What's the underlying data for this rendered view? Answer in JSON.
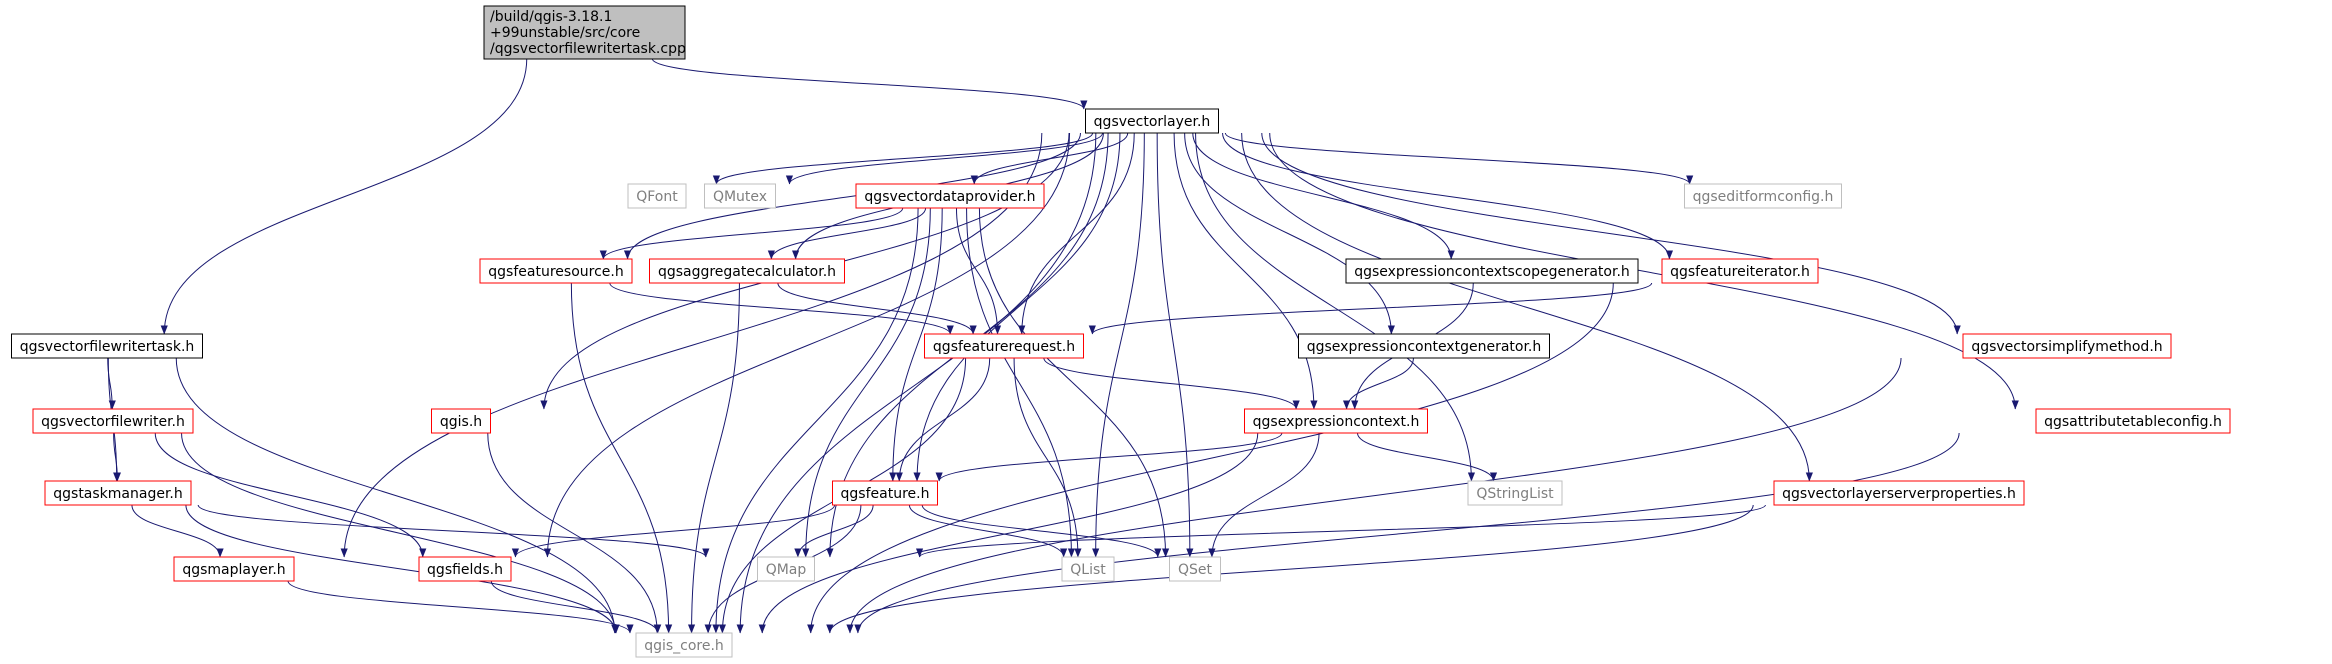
{
  "graph": {
    "root_lines": [
      "/build/qgis-3.18.1",
      "+99unstable/src/core",
      "/qgsvectorfilewritertask.cpp"
    ],
    "colors": {
      "edge": "#191970",
      "root_fill": "#bfbfbf",
      "documented_border": "#000000",
      "undocumented_border": "#ff0000",
      "external_border": "#bfbfbf",
      "external_text": "#7f7f7f",
      "text": "#000000"
    },
    "nodes": [
      {
        "id": "vectorfilewritertask_h",
        "label": "qgsvectorfilewritertask.h",
        "kind": "documented"
      },
      {
        "id": "vectorlayer_h",
        "label": "qgsvectorlayer.h",
        "kind": "documented"
      },
      {
        "id": "qfont",
        "label": "QFont",
        "kind": "external"
      },
      {
        "id": "qmutex",
        "label": "QMutex",
        "kind": "external"
      },
      {
        "id": "vectordataprovider_h",
        "label": "qgsvectordataprovider.h",
        "kind": "undocumented"
      },
      {
        "id": "editformconfig_h",
        "label": "qgseditformconfig.h",
        "kind": "external"
      },
      {
        "id": "featuresource_h",
        "label": "qgsfeaturesource.h",
        "kind": "undocumented"
      },
      {
        "id": "aggregatecalculator_h",
        "label": "qgsaggregatecalculator.h",
        "kind": "undocumented"
      },
      {
        "id": "exprctxscopegen_h",
        "label": "qgsexpressioncontextscopegenerator.h",
        "kind": "documented"
      },
      {
        "id": "featureiterator_h",
        "label": "qgsfeatureiterator.h",
        "kind": "undocumented"
      },
      {
        "id": "featurerequest_h",
        "label": "qgsfeaturerequest.h",
        "kind": "undocumented"
      },
      {
        "id": "exprctxgen_h",
        "label": "qgsexpressioncontextgenerator.h",
        "kind": "documented"
      },
      {
        "id": "vectorsimplifymethod_h",
        "label": "qgsvectorsimplifymethod.h",
        "kind": "undocumented"
      },
      {
        "id": "vectorfilewriter_h",
        "label": "qgsvectorfilewriter.h",
        "kind": "undocumented"
      },
      {
        "id": "qgis_h",
        "label": "qgis.h",
        "kind": "undocumented"
      },
      {
        "id": "expressioncontext_h",
        "label": "qgsexpressioncontext.h",
        "kind": "undocumented"
      },
      {
        "id": "attributetableconfig_h",
        "label": "qgsattributetableconfig.h",
        "kind": "undocumented"
      },
      {
        "id": "taskmanager_h",
        "label": "qgstaskmanager.h",
        "kind": "undocumented"
      },
      {
        "id": "feature_h",
        "label": "qgsfeature.h",
        "kind": "undocumented"
      },
      {
        "id": "qstringlist",
        "label": "QStringList",
        "kind": "external"
      },
      {
        "id": "vlserverprops_h",
        "label": "qgsvectorlayerserverproperties.h",
        "kind": "undocumented"
      },
      {
        "id": "maplayer_h",
        "label": "qgsmaplayer.h",
        "kind": "undocumented"
      },
      {
        "id": "fields_h",
        "label": "qgsfields.h",
        "kind": "undocumented"
      },
      {
        "id": "qmap",
        "label": "QMap",
        "kind": "external"
      },
      {
        "id": "qlist",
        "label": "QList",
        "kind": "external"
      },
      {
        "id": "qset",
        "label": "QSet",
        "kind": "external"
      },
      {
        "id": "qgis_core_h",
        "label": "qgis_core.h",
        "kind": "external"
      }
    ],
    "edges": [
      [
        "root",
        "vectorlayer_h"
      ],
      [
        "root",
        "vectorfilewritertask_h"
      ],
      [
        "vectorlayer_h",
        "qfont"
      ],
      [
        "vectorlayer_h",
        "qmutex"
      ],
      [
        "vectorlayer_h",
        "vectordataprovider_h"
      ],
      [
        "vectorlayer_h",
        "editformconfig_h"
      ],
      [
        "vectorlayer_h",
        "featuresource_h"
      ],
      [
        "vectorlayer_h",
        "aggregatecalculator_h"
      ],
      [
        "vectorlayer_h",
        "exprctxscopegen_h"
      ],
      [
        "vectorlayer_h",
        "featureiterator_h"
      ],
      [
        "vectorlayer_h",
        "featurerequest_h"
      ],
      [
        "vectorlayer_h",
        "exprctxgen_h"
      ],
      [
        "vectorlayer_h",
        "vectorsimplifymethod_h"
      ],
      [
        "vectorlayer_h",
        "qgis_h"
      ],
      [
        "vectorlayer_h",
        "expressioncontext_h"
      ],
      [
        "vectorlayer_h",
        "attributetableconfig_h"
      ],
      [
        "vectorlayer_h",
        "feature_h"
      ],
      [
        "vectorlayer_h",
        "qstringlist"
      ],
      [
        "vectorlayer_h",
        "vlserverprops_h"
      ],
      [
        "vectorlayer_h",
        "maplayer_h"
      ],
      [
        "vectorlayer_h",
        "fields_h"
      ],
      [
        "vectorlayer_h",
        "qmap"
      ],
      [
        "vectorlayer_h",
        "qlist"
      ],
      [
        "vectorlayer_h",
        "qset"
      ],
      [
        "vectorlayer_h",
        "qgis_core_h"
      ],
      [
        "vectordataprovider_h",
        "featuresource_h"
      ],
      [
        "vectordataprovider_h",
        "aggregatecalculator_h"
      ],
      [
        "vectordataprovider_h",
        "featurerequest_h"
      ],
      [
        "vectordataprovider_h",
        "feature_h"
      ],
      [
        "vectordataprovider_h",
        "qmap"
      ],
      [
        "vectordataprovider_h",
        "qlist"
      ],
      [
        "vectordataprovider_h",
        "qset"
      ],
      [
        "vectordataprovider_h",
        "qgis_core_h"
      ],
      [
        "featuresource_h",
        "featurerequest_h"
      ],
      [
        "featuresource_h",
        "qgis_core_h"
      ],
      [
        "aggregatecalculator_h",
        "featurerequest_h"
      ],
      [
        "aggregatecalculator_h",
        "qgis_core_h"
      ],
      [
        "exprctxscopegen_h",
        "expressioncontext_h"
      ],
      [
        "featureiterator_h",
        "featurerequest_h"
      ],
      [
        "featureiterator_h",
        "qgis_core_h"
      ],
      [
        "featurerequest_h",
        "expressioncontext_h"
      ],
      [
        "featurerequest_h",
        "feature_h"
      ],
      [
        "featurerequest_h",
        "qlist"
      ],
      [
        "featurerequest_h",
        "qgis_core_h"
      ],
      [
        "exprctxgen_h",
        "expressioncontext_h"
      ],
      [
        "vectorsimplifymethod_h",
        "qgis_core_h"
      ],
      [
        "expressioncontext_h",
        "feature_h"
      ],
      [
        "expressioncontext_h",
        "qstringlist"
      ],
      [
        "expressioncontext_h",
        "qset"
      ],
      [
        "expressioncontext_h",
        "qgis_core_h"
      ],
      [
        "attributetableconfig_h",
        "qgis_core_h"
      ],
      [
        "feature_h",
        "fields_h"
      ],
      [
        "feature_h",
        "qmap"
      ],
      [
        "feature_h",
        "qlist"
      ],
      [
        "feature_h",
        "qset"
      ],
      [
        "feature_h",
        "qgis_core_h"
      ],
      [
        "vlserverprops_h",
        "qmap"
      ],
      [
        "vlserverprops_h",
        "qgis_core_h"
      ],
      [
        "qgis_h",
        "qgis_core_h"
      ],
      [
        "vectorfilewritertask_h",
        "vectorfilewriter_h"
      ],
      [
        "vectorfilewritertask_h",
        "taskmanager_h"
      ],
      [
        "vectorfilewritertask_h",
        "qgis_core_h"
      ],
      [
        "vectorfilewriter_h",
        "taskmanager_h"
      ],
      [
        "vectorfilewriter_h",
        "fields_h"
      ],
      [
        "vectorfilewriter_h",
        "qgis_core_h"
      ],
      [
        "taskmanager_h",
        "maplayer_h"
      ],
      [
        "taskmanager_h",
        "qmap"
      ],
      [
        "taskmanager_h",
        "qgis_core_h"
      ],
      [
        "maplayer_h",
        "qgis_core_h"
      ],
      [
        "fields_h",
        "qgis_core_h"
      ]
    ]
  }
}
